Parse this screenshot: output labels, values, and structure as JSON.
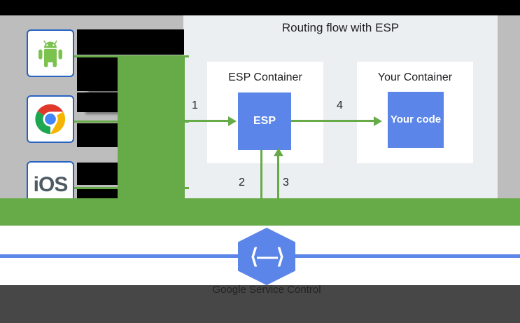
{
  "diagram": {
    "title": "Routing flow with ESP",
    "esp_container": {
      "label": "ESP Container",
      "box_label": "ESP"
    },
    "your_container": {
      "label": "Your Container",
      "box_label": "Your code"
    },
    "steps": [
      {
        "number": "1",
        "description": "client request into ESP"
      },
      {
        "number": "2",
        "description": "ESP down to service control"
      },
      {
        "number": "3",
        "description": "service control back up to ESP"
      },
      {
        "number": "4",
        "description": "ESP to your code"
      }
    ],
    "service": {
      "caption": "Google Service Control",
      "icon": "cloud-endpoints-hexagon-icon",
      "glyph": "⟨—⟩"
    },
    "clients": [
      {
        "name": "android",
        "label": "Android",
        "icon": "android-icon"
      },
      {
        "name": "chrome",
        "label": "Chrome",
        "icon": "chrome-icon"
      },
      {
        "name": "ios",
        "label": "iOS",
        "icon": "ios-icon",
        "text": "iOS"
      }
    ]
  },
  "colors": {
    "accent_blue": "#5b85e8",
    "accent_green": "#67ab49",
    "panel_bg": "#eceff1",
    "canvas_gray": "#bdbdbd",
    "tile_border": "#2a62c4",
    "text_dark": "#202124",
    "redaction_black": "#000000",
    "bottom_overlay": "rgba(30,30,30,0.82)"
  }
}
